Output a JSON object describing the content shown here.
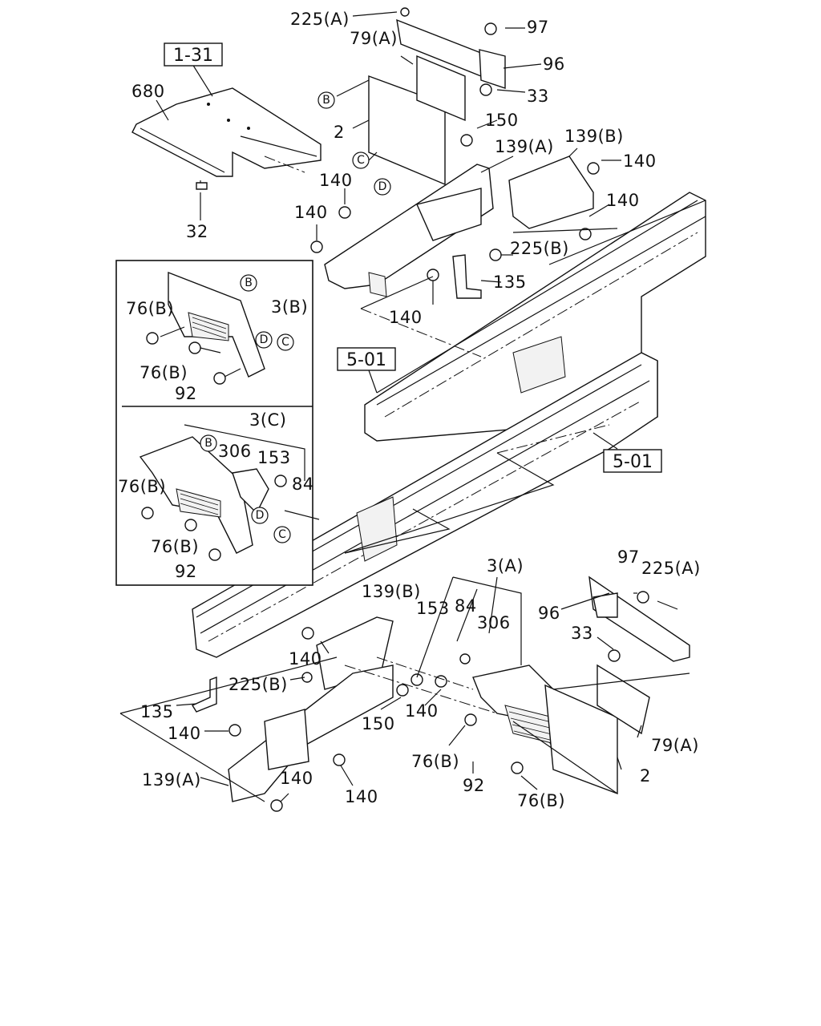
{
  "reference_boxes": {
    "ref_1_31": "1-31",
    "ref_5_01_upper": "5-01",
    "ref_5_01_lower": "5-01"
  },
  "circle_letters": {
    "b": "B",
    "c": "C",
    "d": "D"
  },
  "top_labels": {
    "l_225a": "225(A)",
    "l_97": "97",
    "l_79a": "79(A)",
    "l_96": "96",
    "l_33": "33",
    "l_680": "680",
    "l_2": "2",
    "l_150": "150",
    "l_139a": "139(A)",
    "l_139b": "139(B)",
    "l_140_a": "140",
    "l_140_b": "140",
    "l_140_c": "140",
    "l_140_d": "140",
    "l_140_e": "140",
    "l_225b": "225(B)",
    "l_32": "32",
    "l_135": "135"
  },
  "inset_upper": {
    "l_3b": "3(B)",
    "l_76b_a": "76(B)",
    "l_76b_b": "76(B)",
    "l_92": "92"
  },
  "inset_lower": {
    "l_3c": "3(C)",
    "l_306": "306",
    "l_153": "153",
    "l_84": "84",
    "l_76b_a": "76(B)",
    "l_76b_b": "76(B)",
    "l_92": "92"
  },
  "bottom_labels": {
    "l_3a": "3(A)",
    "l_97": "97",
    "l_225a": "225(A)",
    "l_139b": "139(B)",
    "l_153": "153",
    "l_84": "84",
    "l_306": "306",
    "l_96": "96",
    "l_33": "33",
    "l_140_a": "140",
    "l_225b": "225(B)",
    "l_140_b": "140",
    "l_150": "150",
    "l_135": "135",
    "l_140_c": "140",
    "l_76b_a": "76(B)",
    "l_92": "92",
    "l_79a": "79(A)",
    "l_2": "2",
    "l_139a": "139(A)",
    "l_140_d": "140",
    "l_140_e": "140",
    "l_76b_b": "76(B)"
  }
}
